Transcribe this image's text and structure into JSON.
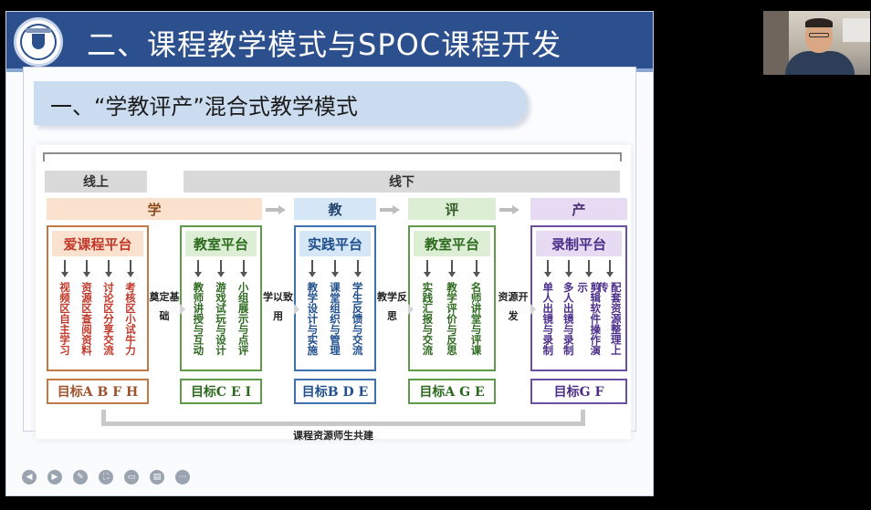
{
  "slide": {
    "title": "二、课程教学模式与SPOC课程开发",
    "subtitle": "一、“学教评产”混合式教学模式"
  },
  "diagram": {
    "lanes": {
      "online": "线上",
      "offline": "线下"
    },
    "phases": [
      {
        "label": "学",
        "bg": "#fbe2cf",
        "fg": "#8a4a1c"
      },
      {
        "label": "教",
        "bg": "#d5e6f6",
        "fg": "#25456f"
      },
      {
        "label": "评",
        "bg": "#dcefd5",
        "fg": "#345a26"
      },
      {
        "label": "产",
        "bg": "#e6dbf2",
        "fg": "#4b2e72"
      }
    ],
    "platforms": [
      {
        "title": "爱课程平台",
        "title_color": "#c0392b",
        "title_bg": "#fbe2cf",
        "border": "#c07a48",
        "items": [
          "视频区自主学习",
          "资源区查阅资料",
          "讨论区分享交流",
          "考核区小试牛力"
        ],
        "goal": "目标A B F H",
        "goal_color": "#a0522d"
      },
      {
        "title": "教室平台",
        "title_color": "#2d6a1f",
        "title_bg": "#dcefd5",
        "border": "#5e9a4a",
        "items": [
          "教师讲授与互动",
          "游戏试玩与设计",
          "小组展示与点评"
        ],
        "goal": "目标C E I",
        "goal_color": "#2d6a1f"
      },
      {
        "title": "实践平台",
        "title_color": "#1f4f8c",
        "title_bg": "#d5e6f6",
        "border": "#3f71ad",
        "items": [
          "教学设计与实施",
          "课堂组织与管理",
          "学生反馈与交流"
        ],
        "goal": "目标B D E",
        "goal_color": "#1f4f8c"
      },
      {
        "title": "教室平台",
        "title_color": "#2d6a1f",
        "title_bg": "#dcefd5",
        "border": "#5e9a4a",
        "items": [
          "实践汇报与交流",
          "教学评价与反思",
          "名师讲堂与评课"
        ],
        "goal": "目标A G E",
        "goal_color": "#2d6a1f"
      },
      {
        "title": "录制平台",
        "title_color": "#4b2e8a",
        "title_bg": "#e6dbf2",
        "border": "#6a4fa3",
        "items": [
          "单人出镜与录制",
          "多人出镜与录制",
          "剪辑软件操作演示",
          "配套资源整理上传"
        ],
        "goal": "目标G F",
        "goal_color": "#4b2e8a"
      }
    ],
    "connectors": [
      "奠定基础",
      "学以致用",
      "教学反思",
      "资源开发"
    ],
    "footer": "课程资源师生共建"
  },
  "toolbar": {
    "icons": [
      "prev-icon",
      "next-icon",
      "pen-icon",
      "screenshot-icon",
      "camera-icon",
      "chat-icon",
      "more-icon"
    ],
    "glyphs": [
      "◀",
      "▶",
      "✎",
      "⛶",
      "▭",
      "▤",
      "⋯"
    ]
  }
}
